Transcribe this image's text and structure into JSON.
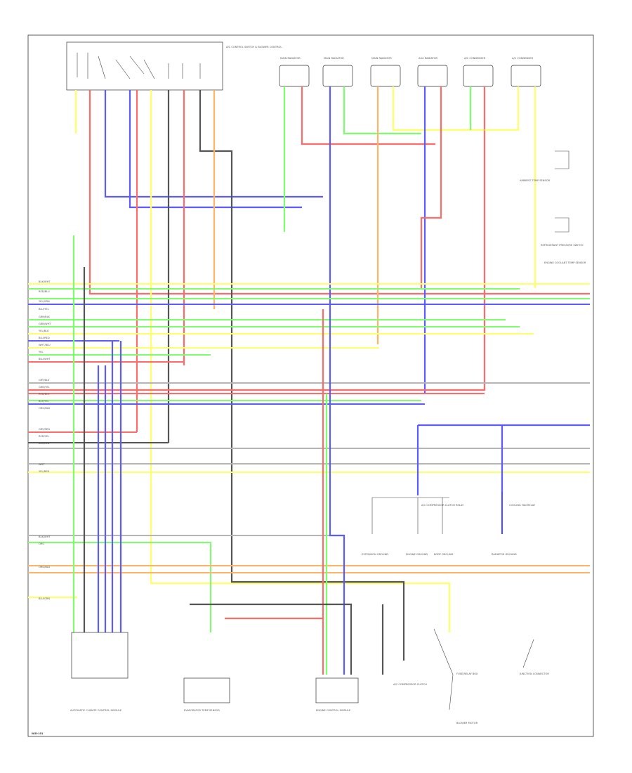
{
  "wire_colors": {
    "RED": "#ff6b6b",
    "BLU": "#5b5bff",
    "YEL": "#ffff66",
    "GRN": "#7cff6b",
    "ORG": "#ffb366",
    "GRY": "#b5b5b5",
    "BLK": "#555555",
    "WHT": "#d9d9d9",
    "PPL": "#b36bff"
  },
  "components": {
    "switch_box": "A/C CONTROL SWITCH & BLOWER CONTROL",
    "fans": [
      "MAIN RADIATOR",
      "MAIN RADIATOR",
      "MAIN RADIATOR",
      "AUX RADIATOR",
      "A/C CONDENSER",
      "A/C CONDENSER"
    ],
    "sensor_right": "AMBIENT TEMP SENSOR",
    "sensor_right_2": "REFRIGERANT PRESSURE SWITCH",
    "module_right": "ENGINE COOLANT TEMP SENSOR",
    "relays": [
      "A/C COMPRESSOR CLUTCH RELAY",
      "COOLING FAN RELAY"
    ],
    "grounds": [
      "EXTENSION GROUND",
      "ENGINE GROUND",
      "BODY GROUND",
      "RADIATOR GROUND"
    ],
    "bottom": [
      "AUTOMATIC CLIMATE CONTROL MODULE",
      "EVAPORATOR TEMP SENSOR",
      "ENGINE CONTROL MODULE",
      "A/C COMPRESSOR CLUTCH",
      "BLOWER MOTOR"
    ],
    "bottom_right": "FUSE/RELAY BOX",
    "bottom_right_2": "JUNCTION CONNECTOR",
    "corner_id": "W/D-101"
  },
  "pin_labels_left": [
    "BLK/WHT",
    "RED/BLU",
    "YEL/GRN",
    "BLU/YEL",
    "GRN/BLK",
    "GRN/WHT",
    "YEL/BLK",
    "BLU/RED",
    "WHT/BLU",
    "YEL",
    "BLU/WHT",
    "GRY/BLK",
    "GRN/YEL",
    "RED/BLK",
    "BLK/YEL",
    "ORG/BLK",
    "GRY/RED",
    "RED/YEL",
    "BLK/RED",
    "WHT",
    "YEL/RED",
    "BLK/WHT",
    "ORG",
    "ORG/BLU",
    "BLU/GRN"
  ]
}
